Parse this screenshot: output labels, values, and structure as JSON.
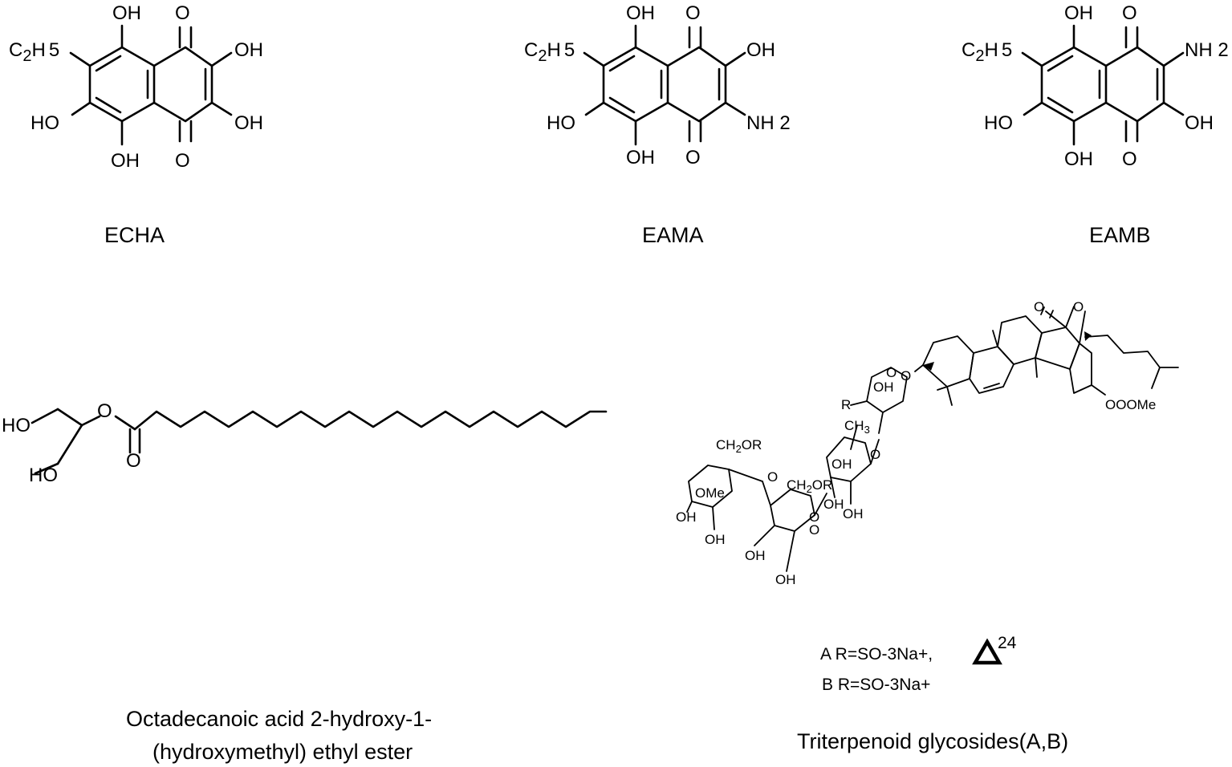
{
  "structures": {
    "echa": {
      "name": "ECHA",
      "labels": {
        "c2h5": "C2H5",
        "oh_top": "OH",
        "o_top": "O",
        "oh_r1": "OH",
        "ho_l": "HO",
        "oh_r2": "OH",
        "oh_bot": "OH",
        "o_bot": "O"
      }
    },
    "eama": {
      "name": "EAMA",
      "labels": {
        "c2h5": "C2H5",
        "oh_top": "OH",
        "o_top": "O",
        "oh_r1": "OH",
        "ho_l": "HO",
        "nh2": "NH 2",
        "oh_bot": "OH",
        "o_bot": "O"
      }
    },
    "eamb": {
      "name": "EAMB",
      "labels": {
        "c2h5": "C2H5",
        "oh_top": "OH",
        "o_top": "O",
        "nh2": "NH 2",
        "ho_l": "HO",
        "oh_r2": "OH",
        "oh_bot": "OH",
        "o_bot": "O"
      }
    },
    "ester": {
      "name_line1": "Octadecanoic acid 2-hydroxy-1-",
      "name_line2": "(hydroxymethyl) ethyl ester",
      "labels": {
        "ho1": "HO",
        "ho2": "HO",
        "o_ester": "O",
        "o_carbonyl": "O"
      }
    },
    "glycoside": {
      "name": "Triterpenoid glycosides(A,B)",
      "note_a": "A  R=SO-3Na+,",
      "note_a_sup": "24",
      "note_b": "B  R=SO-3Na+",
      "labels": {
        "o_lactone": "O",
        "o_ring": "O",
        "o_link1": "O",
        "oooMe": "OOOMe",
        "oh1": "OH",
        "r1": "R",
        "o_s1": "O",
        "ch3": "CH3",
        "o_s2": "O",
        "oh2": "OH",
        "ch2or1": "CH2OR",
        "ome": "OMe",
        "ch2or2": "CH2OR",
        "o_s3": "O",
        "o_s4": "O",
        "oh3": "OH",
        "oh4": "OH",
        "oh5": "OH",
        "oh6": "OH",
        "oh7": "OH",
        "oh8": "OH",
        "o_s5": "O"
      }
    }
  }
}
